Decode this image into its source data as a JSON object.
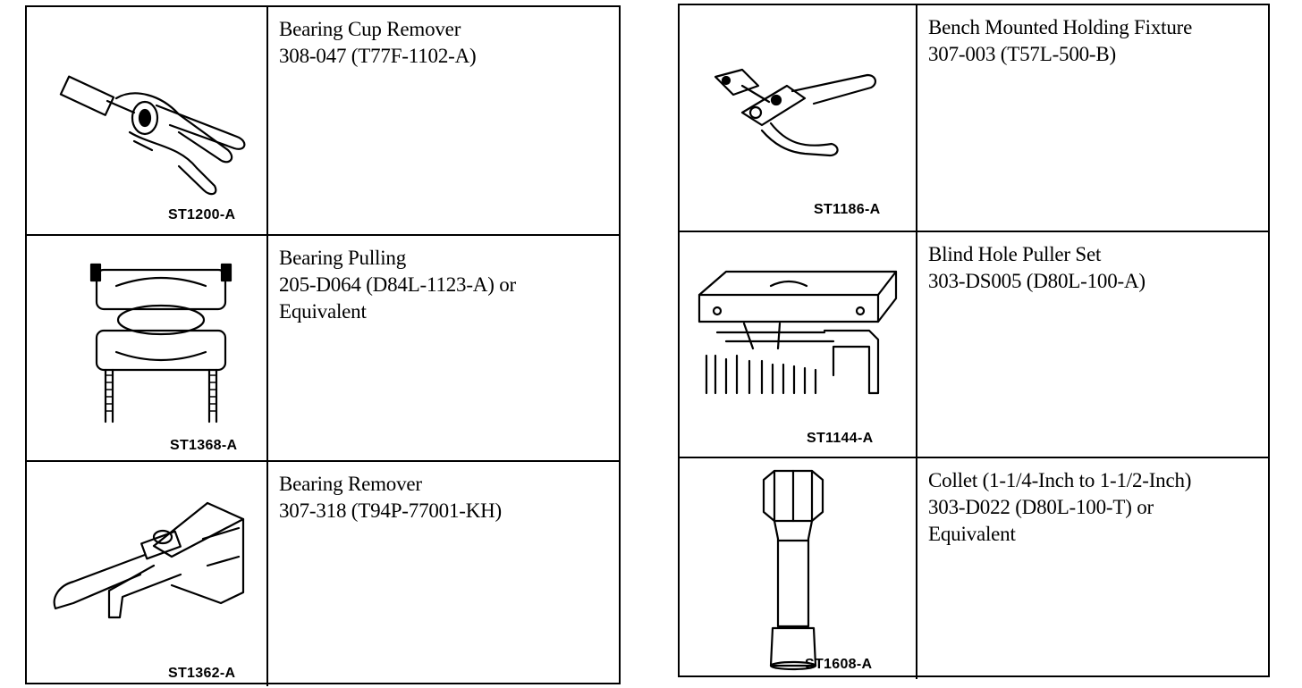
{
  "left_table": [
    {
      "code": "ST1200-A",
      "name": "Bearing Cup Remover",
      "number": "308-047 (T77F-1102-A)",
      "extra": "",
      "icon": "bearing-cup-remover-illustration"
    },
    {
      "code": "ST1368-A",
      "name": "Bearing Pulling",
      "number": "205-D064 (D84L-1123-A) or",
      "extra": "Equivalent",
      "icon": "bearing-puller-illustration"
    },
    {
      "code": "ST1362-A",
      "name": "Bearing Remover",
      "number": "307-318 (T94P-77001-KH)",
      "extra": "",
      "icon": "bearing-remover-illustration"
    }
  ],
  "right_table": [
    {
      "code": "ST1186-A",
      "name": "Bench Mounted Holding Fixture",
      "number": "307-003 (T57L-500-B)",
      "extra": "",
      "icon": "holding-fixture-illustration"
    },
    {
      "code": "ST1144-A",
      "name": "Blind Hole Puller Set",
      "number": "303-DS005 (D80L-100-A)",
      "extra": "",
      "icon": "blind-hole-puller-set-illustration"
    },
    {
      "code": "ST1608-A",
      "name": "Collet (1-1/4-Inch to 1-1/2-Inch)",
      "number": "303-D022 (D80L-100-T) or",
      "extra": "Equivalent",
      "icon": "collet-illustration"
    }
  ]
}
